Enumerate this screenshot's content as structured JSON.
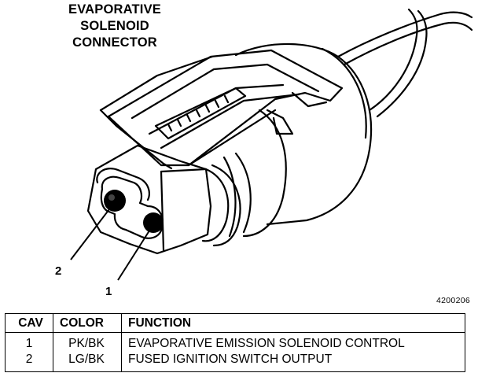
{
  "title_lines": [
    "EVAPORATIVE",
    "SOLENOID",
    "CONNECTOR"
  ],
  "callouts": {
    "pin2": "2",
    "pin1": "1"
  },
  "figure_number": "4200206",
  "table": {
    "headers": {
      "cav": "CAV",
      "color": "COLOR",
      "function": "FUNCTION"
    },
    "rows": [
      {
        "cav": "1",
        "color": "PK/BK",
        "function": "EVAPORATIVE EMISSION SOLENOID CONTROL"
      },
      {
        "cav": "2",
        "color": "LG/BK",
        "function": "FUSED IGNITION SWITCH OUTPUT"
      }
    ]
  }
}
